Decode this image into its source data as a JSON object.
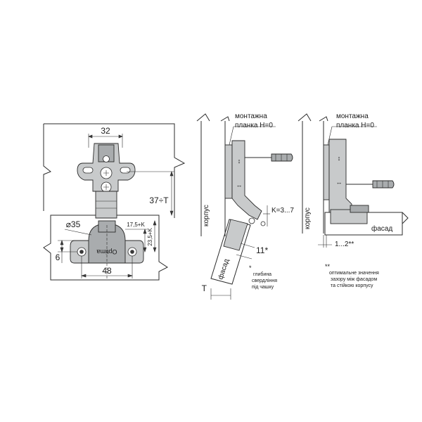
{
  "left_view": {
    "dim_width": "32",
    "dim_cup": "⌀35",
    "dim_height": "37÷T",
    "dim_offset_a": "17,5+K",
    "dim_offset_b": "23,5+K",
    "dim_plate_gap": "6",
    "dim_plate_width": "48",
    "logo": "Optima"
  },
  "middle_view": {
    "label_plate_line1": "монтажна",
    "label_plate_line2": "планка H=0",
    "label_body": "корпус",
    "label_facade": "фасад",
    "dim_k": "K=3...7",
    "dim_depth": "11*",
    "dim_t": "T",
    "note_marker": "*",
    "note_line1": "глибина",
    "note_line2": "свердління",
    "note_line3": "під чашку"
  },
  "right_view": {
    "label_plate_line1": "монтажна",
    "label_plate_line2": "планка H=0",
    "label_body": "корпус",
    "label_facade": "фасад",
    "dim_gap": "1...2**",
    "note_marker": "**",
    "note_line1": "оптимальне значення",
    "note_line2": "зазору між фасадом",
    "note_line3": "та стійкою корпусу"
  }
}
